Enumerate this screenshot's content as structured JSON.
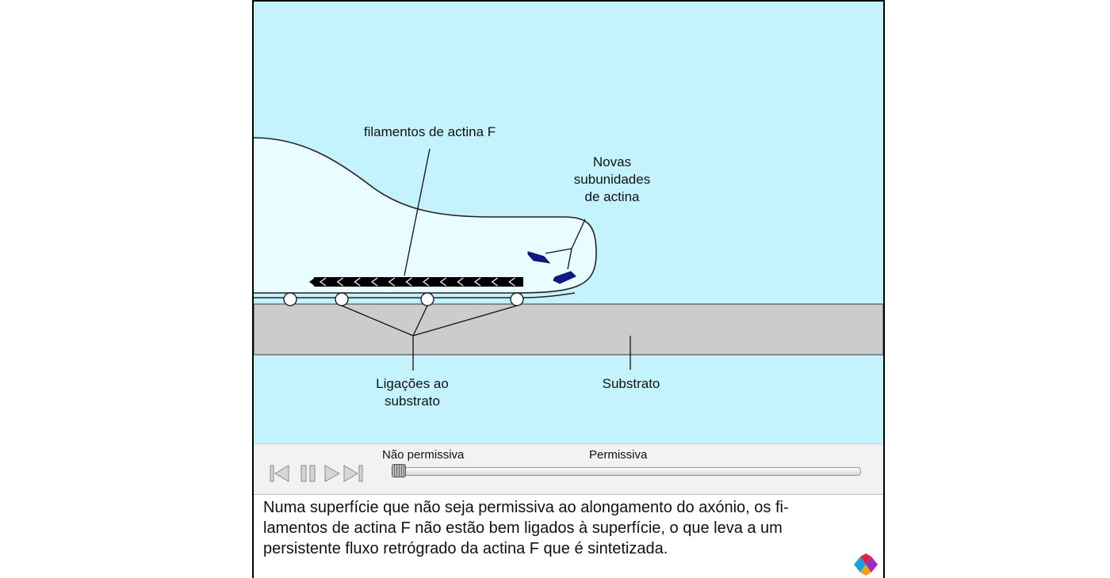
{
  "diagram": {
    "labels": {
      "filaments": "filamentos de actina F",
      "new_subunits": [
        "Novas",
        "subunidades",
        "de actina"
      ],
      "adhesions": [
        "Ligações ao",
        "substrato"
      ],
      "substrate": "Substrato"
    },
    "colors": {
      "medium": "#c5f3fd",
      "growth_cone": "#e9fcff",
      "substrate": "#cccccc",
      "filament": "#000000",
      "subunit": "#0c1a8e"
    }
  },
  "controls": {
    "buttons": [
      "skip-back-icon",
      "pause-icon",
      "play-icon",
      "skip-forward-icon"
    ],
    "scale_left_label": "Não permissiva",
    "scale_right_label": "Permissiva",
    "slider_value": 0
  },
  "caption": "Numa superfície que não seja permissiva ao alongamento do axónio, os fi-\nlamentos de actina F não estão bem ligados à superfície, o que leva a um\npersistente fluxo retrógrado da actina F que é sintetizada.",
  "logo": "brand-logo-icon"
}
